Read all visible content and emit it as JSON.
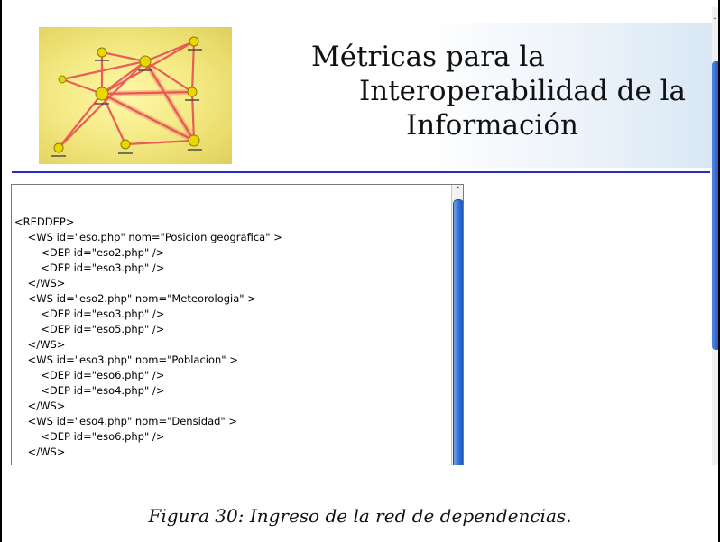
{
  "header": {
    "title_line1": "Métricas para la",
    "title_line2": "Interoperabilidad de la",
    "title_line3": "Información"
  },
  "code_box": {
    "text": "<REDDEP>\n    <WS id=\"eso.php\" nom=\"Posicion geografica\" >\n        <DEP id=\"eso2.php\" />\n        <DEP id=\"eso3.php\" />\n    </WS>\n    <WS id=\"eso2.php\" nom=\"Meteorologia\" >\n        <DEP id=\"eso3.php\" />\n        <DEP id=\"eso5.php\" />\n    </WS>\n    <WS id=\"eso3.php\" nom=\"Poblacion\" >\n        <DEP id=\"eso6.php\" />\n        <DEP id=\"eso4.php\" />\n    </WS>\n    <WS id=\"eso4.php\" nom=\"Densidad\" >\n        <DEP id=\"eso6.php\" />\n    </WS>"
  },
  "icons": {
    "scroll_up": "chevron-up-icon"
  },
  "colors": {
    "separator": "#2a2ac8",
    "scroll_thumb": "#2e6dd6",
    "logo_background": "#f4ea86",
    "logo_edges": "#e8454f",
    "logo_nodes": "#e8d800"
  },
  "caption": "Figura 30: Ingreso de la red de dependencias."
}
